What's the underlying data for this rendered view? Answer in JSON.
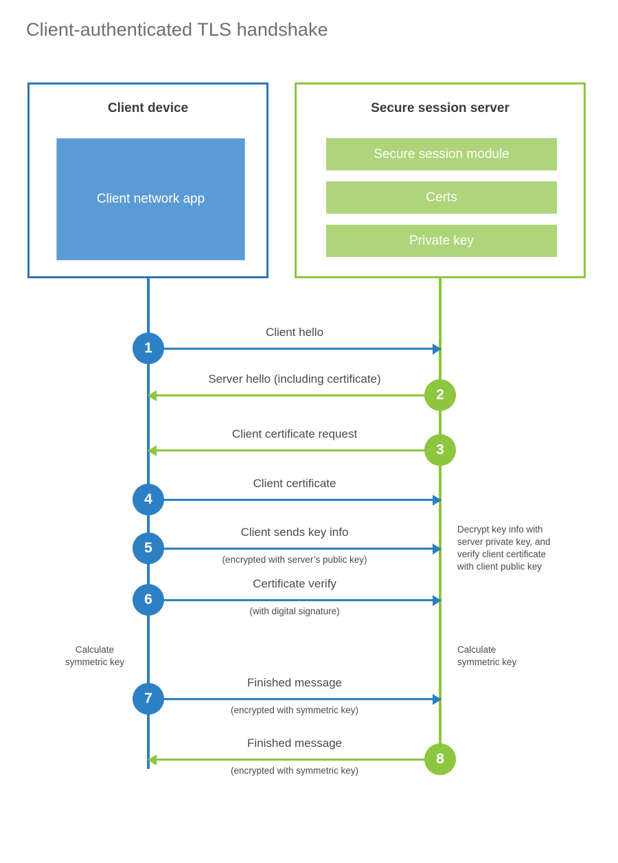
{
  "title": "Client-authenticated TLS handshake",
  "colors": {
    "client_border": "#2E75B6",
    "client_fill": "#5B9BD5",
    "client_line": "#2E7FC1",
    "client_circle": "#2E80C4",
    "server_border": "#8DC63F",
    "server_fill": "#AED57A",
    "server_line": "#8DC63F",
    "server_circle": "#8DC63F",
    "title_text": "#6e6e6e",
    "body_text": "#4a4a4a"
  },
  "client": {
    "title": "Client device",
    "app_label": "Client network app"
  },
  "server": {
    "title": "Secure session server",
    "components": [
      "Secure session module",
      "Certs",
      "Private key"
    ]
  },
  "steps": [
    {
      "number": "1",
      "label": "Client hello",
      "sub": "",
      "direction": "client-to-server"
    },
    {
      "number": "2",
      "label": "Server hello (including certificate)",
      "sub": "",
      "direction": "server-to-client"
    },
    {
      "number": "3",
      "label": "Client certificate request",
      "sub": "",
      "direction": "server-to-client"
    },
    {
      "number": "4",
      "label": "Client certificate",
      "sub": "",
      "direction": "client-to-server"
    },
    {
      "number": "5",
      "label": "Client sends key info",
      "sub": "(encrypted with server’s public key)",
      "direction": "client-to-server"
    },
    {
      "number": "6",
      "label": "Certificate verify",
      "sub": "(with digital signature)",
      "direction": "client-to-server"
    },
    {
      "number": "7",
      "label": "Finished message",
      "sub": "(encrypted with symmetric key)",
      "direction": "client-to-server"
    },
    {
      "number": "8",
      "label": "Finished message",
      "sub": "(encrypted with symmetric key)",
      "direction": "server-to-client"
    }
  ],
  "annotations": {
    "server_decrypt": {
      "lines": [
        "Decrypt key info with",
        "server private key, and",
        "verify client certificate",
        "with client public key"
      ]
    },
    "client_calculate": {
      "lines": [
        "Calculate",
        "symmetric key"
      ]
    },
    "server_calculate": {
      "lines": [
        "Calculate",
        "symmetric key"
      ]
    }
  }
}
